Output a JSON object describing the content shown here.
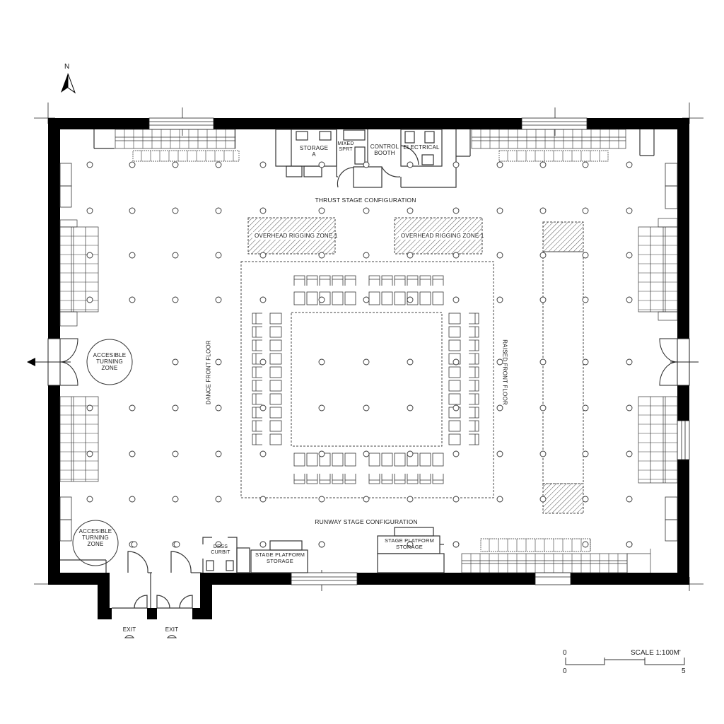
{
  "plan": {
    "type": "architectural floor plan",
    "north_label": "N",
    "rooms": {
      "storage_a": "STORAGE\nA",
      "storage_a_line1": "STORAGE",
      "storage_a_line2": "A",
      "mixed_small_line1": "MIXED",
      "mixed_small_line2": "SPRT",
      "control_line1": "CONTROL",
      "control_line2": "BOOTH",
      "electrical": "ELECTRICAL"
    },
    "configurations": {
      "thrust": "THRUST STAGE CONFIGURATION",
      "runway": "RUNWAY STAGE CONFIGURATION"
    },
    "zones": {
      "overhead_left": "OVERHEAD RIGGING ZONE 1",
      "overhead_right": "OVERHEAD RIGGING ZONE 1",
      "vertical_left": "DANCE FRONT FLOOR",
      "vertical_right": "RAISED FRONT FLOOR"
    },
    "accessible": {
      "upper_l1": "ACCESIBLE",
      "upper_l2": "TURNING",
      "upper_l3": "ZONE",
      "lower_l1": "ACCESIBLE",
      "lower_l2": "TURNING",
      "lower_l3": "ZONE"
    },
    "lower_rooms": {
      "dress_l1": "DRSS",
      "dress_l2": "CURBIT",
      "stage_storage_left_l1": "STAGE PLATFORM",
      "stage_storage_left_l2": "STORAGE",
      "stage_storage_right_l1": "STAGE PLATFORM",
      "stage_storage_right_l2": "STORAGE"
    },
    "exits": {
      "exit_left": "EXIT",
      "exit_right": "EXIT"
    },
    "scale": {
      "label": "SCALE 1:100M'",
      "start_top": "0",
      "start_bottom": "0",
      "end_bottom": "5"
    },
    "colors": {
      "wall": "#000000",
      "line": "#333333",
      "hatch": "#555555",
      "background": "#ffffff"
    }
  }
}
